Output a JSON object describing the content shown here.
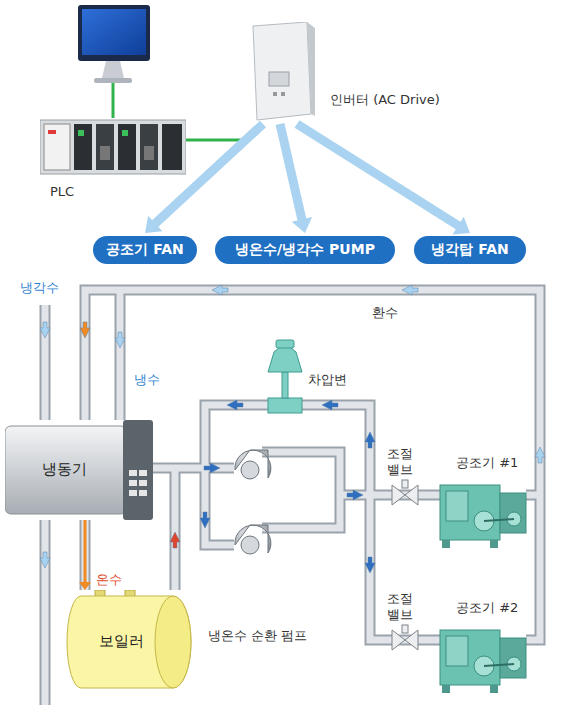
{
  "diagram": {
    "nodes": [
      {
        "text": [
          "PLC"
        ]
      },
      {
        "text": [
          "인버터 (AC Drive)"
        ]
      },
      {
        "text": [
          "공조기 FAN"
        ]
      },
      {
        "text": [
          "냉온수/냉각수 PUMP"
        ]
      },
      {
        "text": [
          "냉각탑 FAN"
        ]
      },
      {
        "text": [
          "냉동기"
        ]
      },
      {
        "text": [
          "보일러"
        ]
      },
      {
        "text": [
          "공조기 #1"
        ]
      },
      {
        "text": [
          "공조기 #2"
        ]
      }
    ],
    "edges": [
      {
        "from": 0,
        "to": 1,
        "arrow": "none"
      },
      {
        "from": 1,
        "to": 2,
        "arrow": "to"
      },
      {
        "from": 1,
        "to": 3,
        "arrow": "to"
      },
      {
        "from": 1,
        "to": 4,
        "arrow": "to"
      },
      {
        "from": 5,
        "to": 6,
        "arrow": "to"
      }
    ],
    "labels": [
      "냉각수",
      "냉수",
      "환수",
      "차압변",
      "온수",
      "냉온수 순환 펌프",
      "조절 밸브",
      "조절 밸브"
    ]
  }
}
